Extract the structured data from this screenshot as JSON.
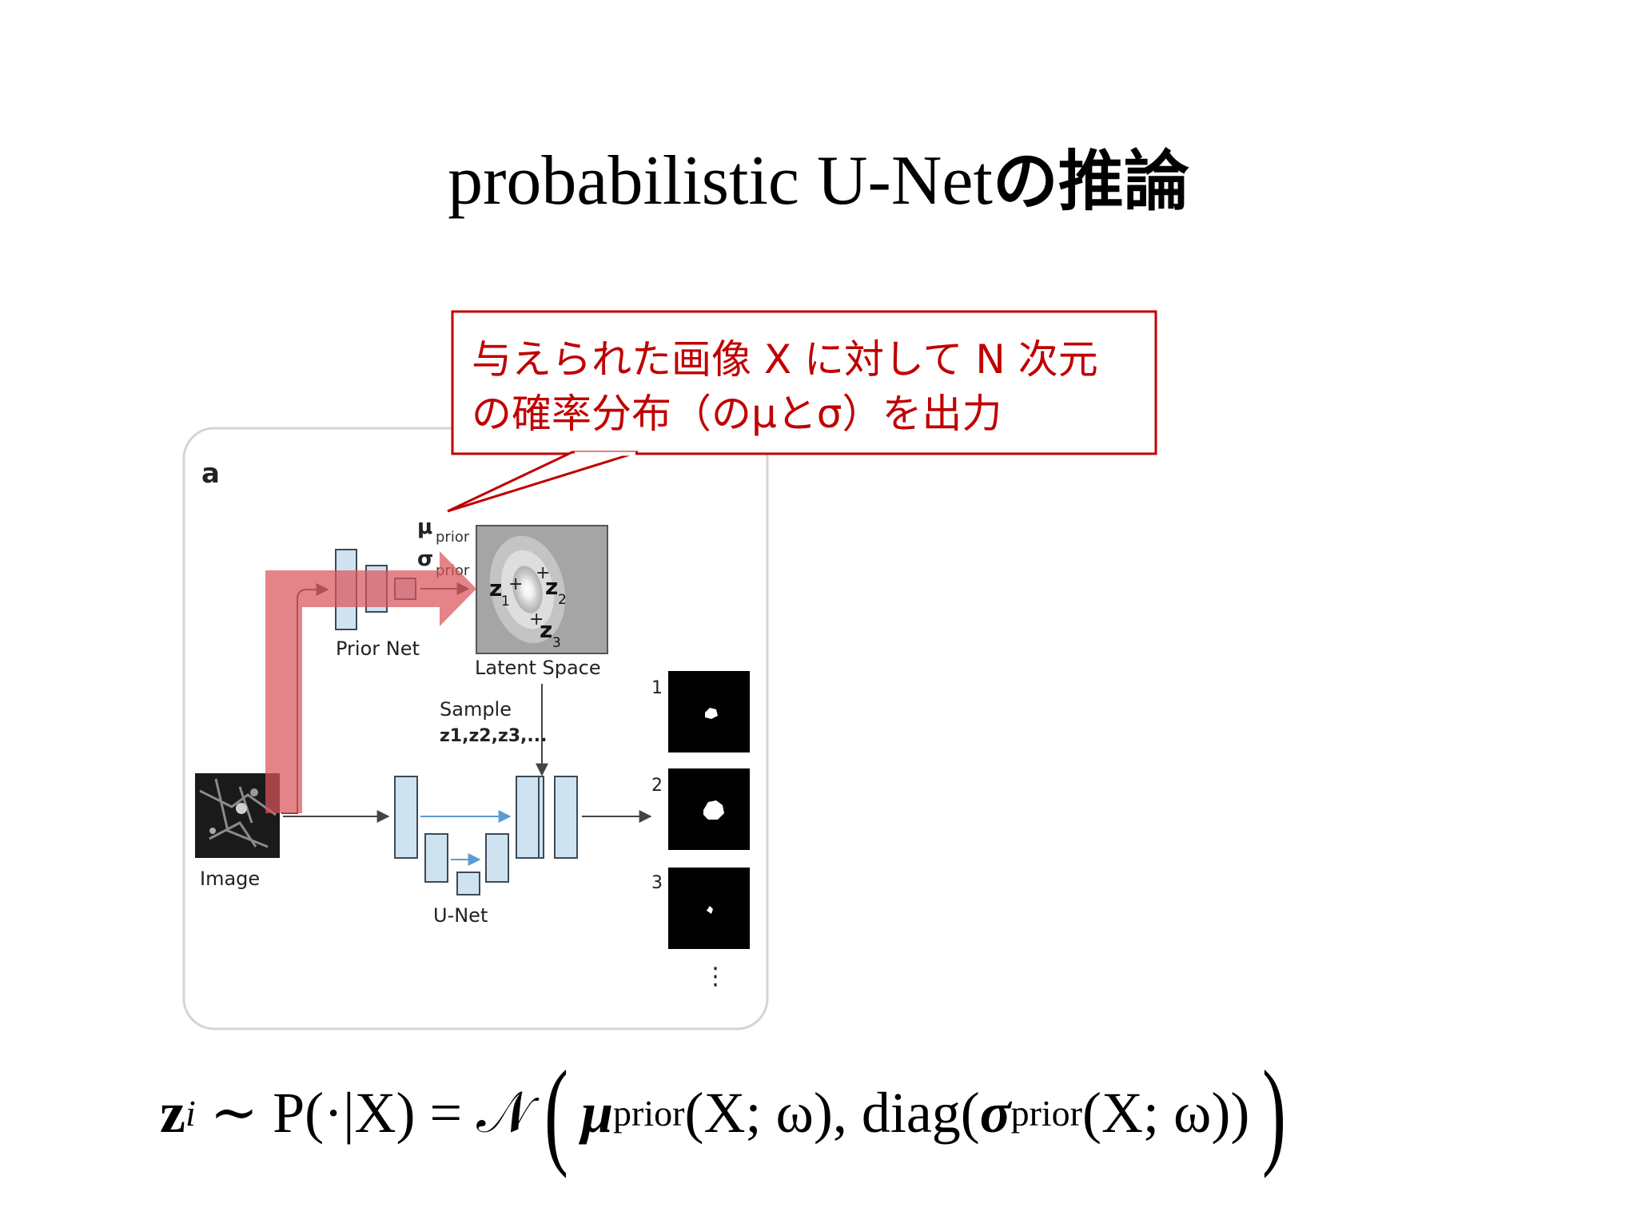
{
  "slide": {
    "title_latin": "probabilistic U-Net",
    "title_jp": "の推論"
  },
  "callout": {
    "line1": "与えられた画像 X に対して N 次元",
    "line2": "の確率分布（のμとσ）を出力"
  },
  "diagram": {
    "panel_letter": "a",
    "mu_label": "μ",
    "sigma_label": "σ",
    "prior_sub": "prior",
    "prior_net_label": "Prior Net",
    "latent_space_label": "Latent Space",
    "z1": "z",
    "z1_sub": "1",
    "z2": "z",
    "z2_sub": "2",
    "z3": "z",
    "z3_sub": "3",
    "sample_label": "Sample",
    "sample_seq": "z1,z2,z3,...",
    "image_label": "Image",
    "unet_label": "U-Net",
    "outputs": [
      "1",
      "2",
      "3"
    ],
    "ellipsis": "⋮"
  },
  "formula": {
    "lhs": "z",
    "lhs_sub": "i",
    "sim": " ∼ P(·|X) = 𝒩",
    "mu": "μ",
    "mu_sub": "prior",
    "mu_args": "(X; ω),",
    "diag": " diag(",
    "sigma": "σ",
    "sigma_sub": "prior",
    "sigma_args": "(X; ω))"
  },
  "colors": {
    "callout_red": "#c00000",
    "highlight_red": "#d9545a",
    "block_blue": "#cfe2f0",
    "arrow_blue": "#5b9bd5"
  }
}
